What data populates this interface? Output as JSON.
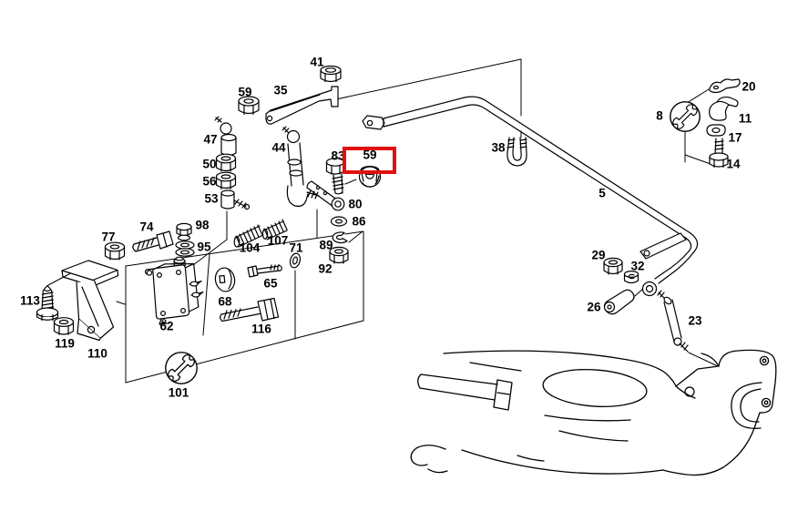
{
  "diagram": {
    "type": "exploded-parts-diagram",
    "background_color": "#ffffff",
    "line_color": "#000000",
    "highlighted_part_number": "59",
    "highlight_box_color": "#e30f0f",
    "tool_icon": "open-end-wrench",
    "tool_icon_positions": [
      "8",
      "101"
    ],
    "part_numbers": [
      "41",
      "59",
      "35",
      "47",
      "50",
      "56",
      "53",
      "44",
      "83",
      "59",
      "38",
      "5",
      "8",
      "20",
      "11",
      "17",
      "14",
      "29",
      "32",
      "26",
      "23",
      "77",
      "74",
      "98",
      "95",
      "104",
      "107",
      "71",
      "65",
      "68",
      "62",
      "116",
      "113",
      "119",
      "110",
      "101",
      "80",
      "86",
      "89",
      "92"
    ]
  }
}
